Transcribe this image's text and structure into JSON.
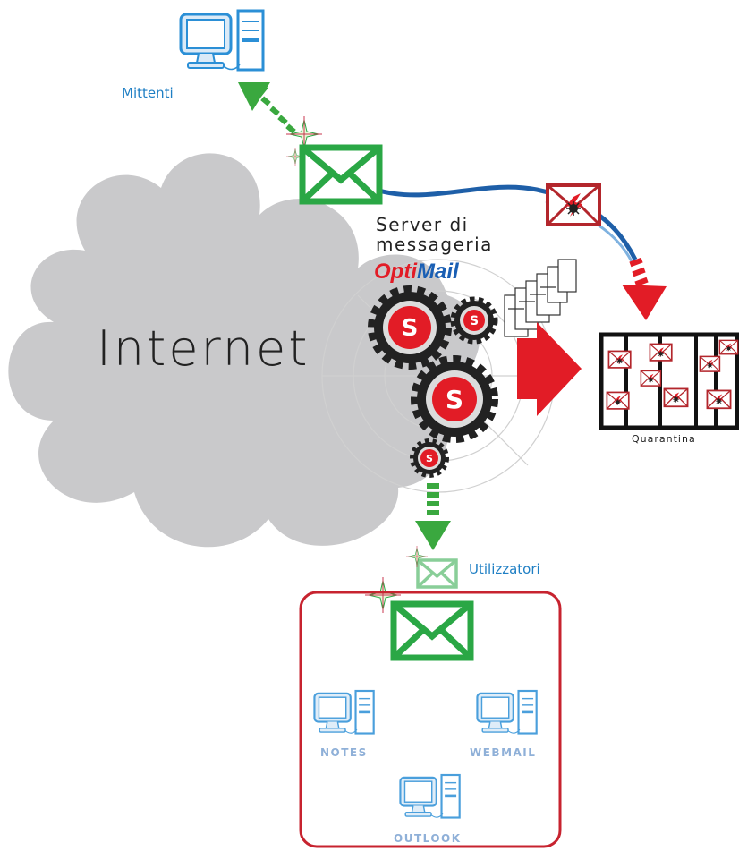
{
  "labels": {
    "senders": "Mittenti",
    "internet": "Internet",
    "server_line1": "Server di",
    "server_line2": "messageria",
    "quarantine": "Quarantina",
    "users": "Utilizzatori"
  },
  "brand": {
    "part1": "Opti",
    "part2": "Mail"
  },
  "clients": [
    {
      "label": "NOTES"
    },
    {
      "label": "WEBMAIL"
    },
    {
      "label": "OUTLOOK"
    }
  ],
  "colors": {
    "cloud": "#c9c9cb",
    "mail_green": "#2aa745",
    "arrow_green": "#3aa83f",
    "spam_red": "#e21c26",
    "dark_red": "#b3262c",
    "blue_line": "#1e5fa8",
    "label_blue": "#1f7fc4",
    "client_blue": "#8fb0d8",
    "gear_dark": "#222222"
  },
  "icons": [
    "computer-icon",
    "envelope-icon",
    "spam-envelope-icon",
    "gear-icon",
    "document-stack-icon",
    "arrow-icon",
    "sparkle-icon"
  ]
}
